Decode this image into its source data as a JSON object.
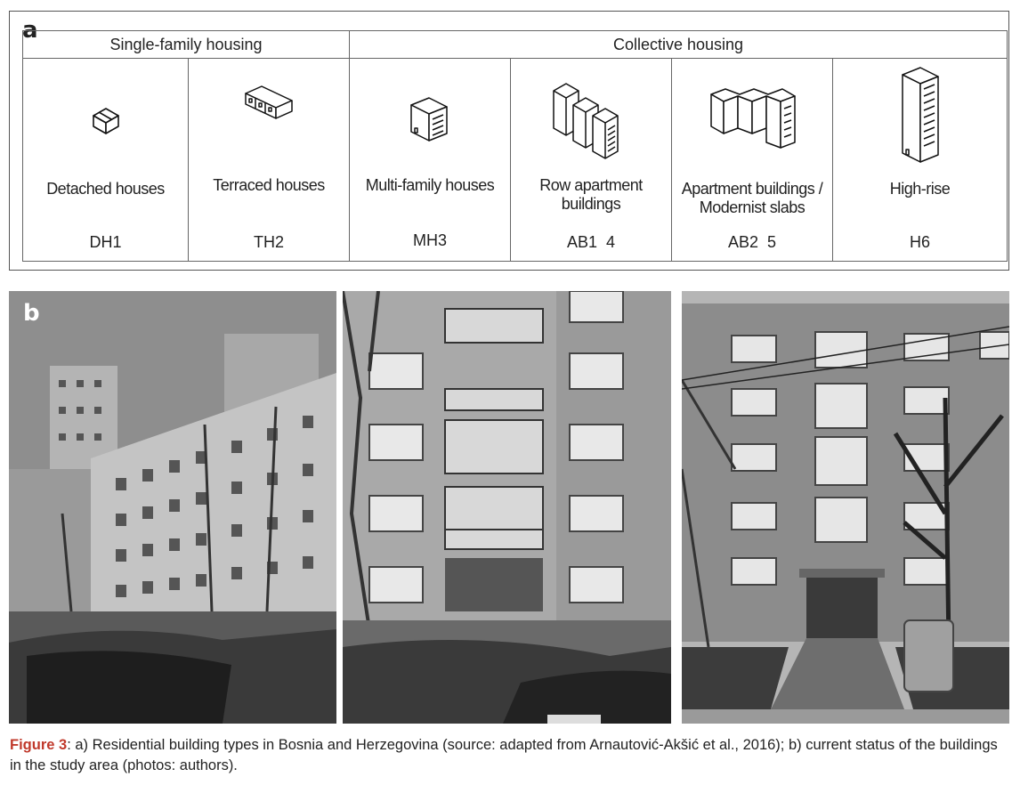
{
  "panel_a": {
    "label": "a",
    "groups": [
      {
        "label": "Single-family housing"
      },
      {
        "label": "Collective housing"
      }
    ],
    "types": [
      {
        "name": "Detached houses",
        "code": "DH1",
        "icon": "detached-house-icon"
      },
      {
        "name": "Terraced houses",
        "code": "TH2",
        "icon": "terraced-houses-icon"
      },
      {
        "name": "Multi-family houses",
        "code": "MH3",
        "icon": "multi-family-house-icon"
      },
      {
        "name": "Row apartment buildings",
        "code": "AB1  4",
        "icon": "row-apartment-icon"
      },
      {
        "name": "Apartment buildings / Modernist slabs",
        "code": "AB2  5",
        "icon": "apartment-slab-icon"
      },
      {
        "name": "High-rise",
        "code": "H6",
        "icon": "high-rise-icon"
      }
    ]
  },
  "panel_b": {
    "label": "b"
  },
  "caption": {
    "figure_label": "Figure 3",
    "text": ": a) Residential building types in Bosnia and Herzegovina (source: adapted from Arnautović-Akšić et al., 2016); b) current status of the buildings in the study area (photos: authors)."
  },
  "colors": {
    "figure_label": "#c0392b",
    "border": "#666666"
  }
}
